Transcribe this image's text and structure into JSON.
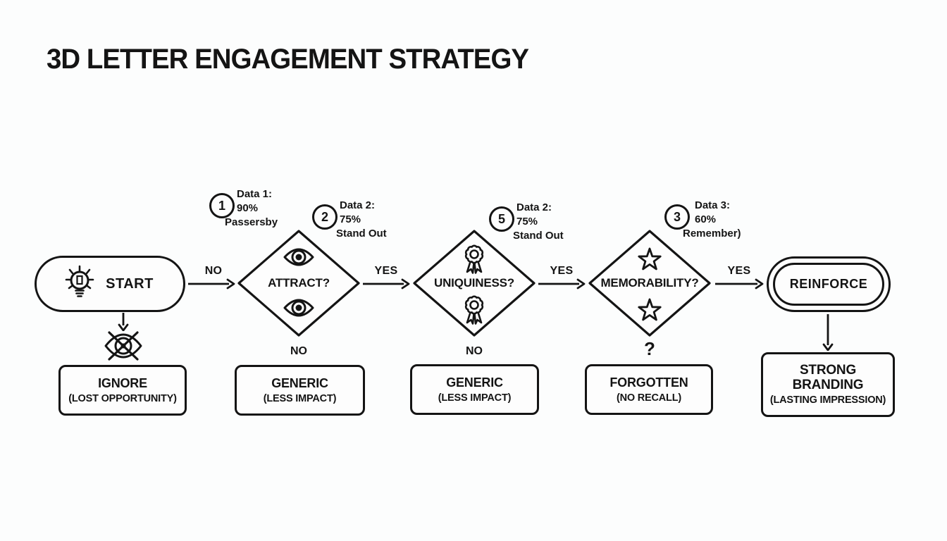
{
  "title": "3D LETTER ENGAGEMENT STRATEGY",
  "colors": {
    "ink": "#141414",
    "background": "#fcfdfd"
  },
  "nodes": {
    "start": {
      "label": "START",
      "icon": "lightbulb-icon"
    },
    "attract": {
      "label": "ATTRACT?",
      "icon": "eye-icon",
      "below_label": "NO"
    },
    "uniqueness": {
      "label": "UNIQUINESS?",
      "icon": "rosette-award-icon",
      "below_label": "NO"
    },
    "memorability": {
      "label": "MEMORABILITY?",
      "icon": "star-icon",
      "below_label": "?"
    },
    "reinforce": {
      "label": "REINFORCE"
    }
  },
  "edges": {
    "start_to_attract": "NO",
    "attract_to_uniqueness": "YES",
    "uniqueness_to_memorability": "YES",
    "memorability_to_reinforce": "YES"
  },
  "annotations": [
    {
      "number": "1",
      "lines": [
        "Data 1:",
        "90%",
        "Passersby"
      ]
    },
    {
      "number": "2",
      "lines": [
        "Data 2:",
        "75%",
        "Stand Out"
      ]
    },
    {
      "number": "5",
      "lines": [
        "Data 2:",
        "75%",
        "Stand Out"
      ]
    },
    {
      "number": "3",
      "lines": [
        "Data 3:",
        "60%",
        "Remember)"
      ]
    }
  ],
  "outcomes": [
    {
      "title": "IGNORE",
      "subtitle": "(LOST OPPORTUNITY)",
      "icon": "eye-crossed-icon"
    },
    {
      "title": "GENERIC",
      "subtitle": "(LESS IMPACT)"
    },
    {
      "title": "GENERIC",
      "subtitle": "(LESS IMPACT)"
    },
    {
      "title": "FORGOTTEN",
      "subtitle": "(NO RECALL)"
    },
    {
      "title": "STRONG BRANDING",
      "subtitle": "(LASTING IMPRESSION)"
    }
  ]
}
